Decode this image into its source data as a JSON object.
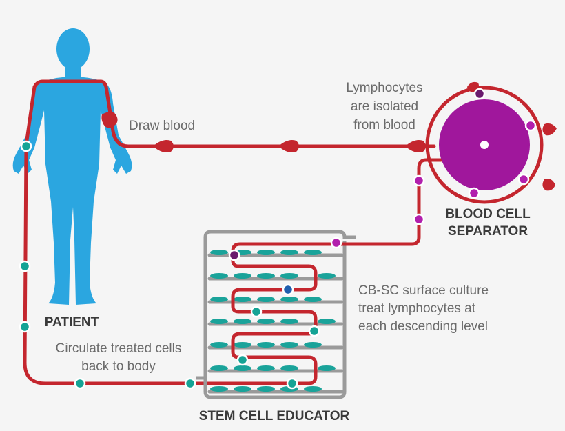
{
  "labels": {
    "draw_blood": "Draw blood",
    "lymphocytes_line1": "Lymphocytes",
    "lymphocytes_line2": "are isolated",
    "lymphocytes_line3": "from blood",
    "separator_line1": "BLOOD CELL",
    "separator_line2": "SEPARATOR",
    "patient": "PATIENT",
    "circulate_line1": "Circulate treated cells",
    "circulate_line2": "back to body",
    "culture_line1": "CB-SC surface culture",
    "culture_line2": "treat lymphocytes at",
    "culture_line3": "each descending level",
    "educator": "STEM CELL EDUCATOR"
  },
  "colors": {
    "background": "#f5f5f5",
    "patient_figure": "#2ba6e0",
    "tube": "#c4262e",
    "separator_disc": "#a0179c",
    "cell_teal": "#15a395",
    "cell_magenta": "#b21fad",
    "cell_blue": "#1f5fae",
    "cell_purple": "#6a1b6e",
    "educator_frame": "#9a9a9a",
    "culture_cells": "#1aa39a"
  },
  "icons": {
    "patient": "human-figure-icon",
    "blood_drop": "blood-drop-icon",
    "separator": "centrifuge-disc-icon"
  }
}
